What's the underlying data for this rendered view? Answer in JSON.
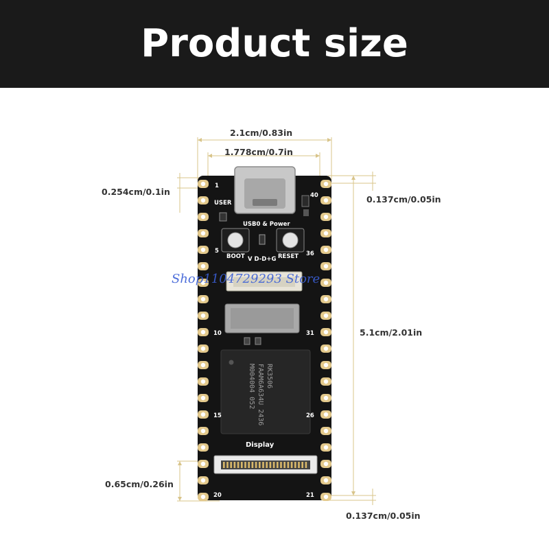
{
  "banner": {
    "title": "Product size"
  },
  "dimensions": {
    "board_width": "2.1cm/0.83in",
    "hole_spacing": "1.778cm/0.7in",
    "pin_pitch": "0.254cm/0.1in",
    "top_offset": "0.137cm/0.05in",
    "board_length": "5.1cm/2.01in",
    "display_connector": "0.65cm/0.26in",
    "bottom_offset": "0.137cm/0.05in"
  },
  "board": {
    "label_user": "USER",
    "label_usb": "USB0 & Power",
    "label_boot": "BOOT",
    "label_reset": "RESET",
    "label_vdd": "V D-D+G",
    "label_display": "Display",
    "chip_lines": [
      "RK3506",
      "FAAM6A634U 2436",
      "M004004 052"
    ],
    "pin_numbers": {
      "p1": "1",
      "p5": "5",
      "p10": "10",
      "p15": "15",
      "p20": "20",
      "p40": "40",
      "p36": "36",
      "p31": "31",
      "p26": "26",
      "p21": "21"
    }
  },
  "watermark": "Shop1104729293 Store",
  "colors": {
    "banner": "#1a1a1a",
    "pcb": "#141414",
    "gold": "#e3c98c",
    "dim_line": "#d8c48a"
  }
}
